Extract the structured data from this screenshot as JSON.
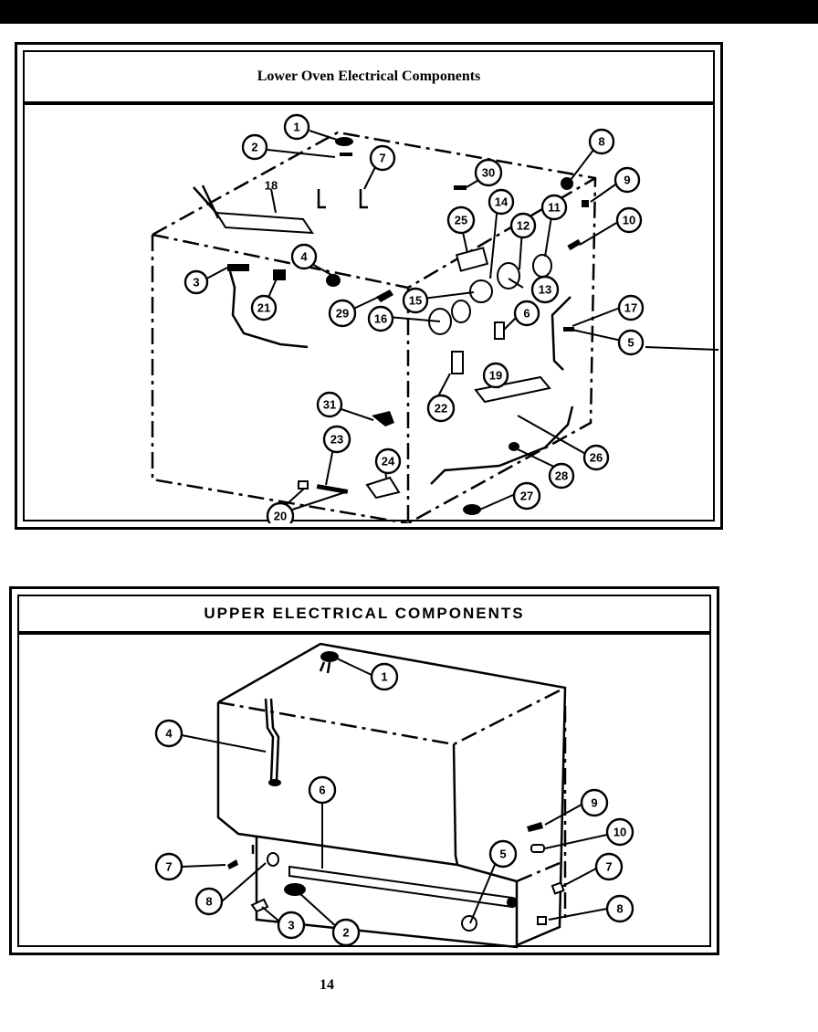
{
  "page_number": "14",
  "lower_panel": {
    "title": "Lower Oven Electrical Components",
    "callouts": [
      "1",
      "2",
      "7",
      "18",
      "30",
      "8",
      "9",
      "14",
      "11",
      "10",
      "25",
      "12",
      "4",
      "3",
      "21",
      "13",
      "29",
      "15",
      "17",
      "16",
      "6",
      "5",
      "19",
      "31",
      "22",
      "23",
      "26",
      "24",
      "28",
      "20",
      "27"
    ]
  },
  "upper_panel": {
    "title": "UPPER ELECTRICAL COMPONENTS",
    "callouts": [
      "1",
      "4",
      "6",
      "9",
      "10",
      "5",
      "7",
      "7",
      "8",
      "8",
      "3",
      "2"
    ]
  }
}
